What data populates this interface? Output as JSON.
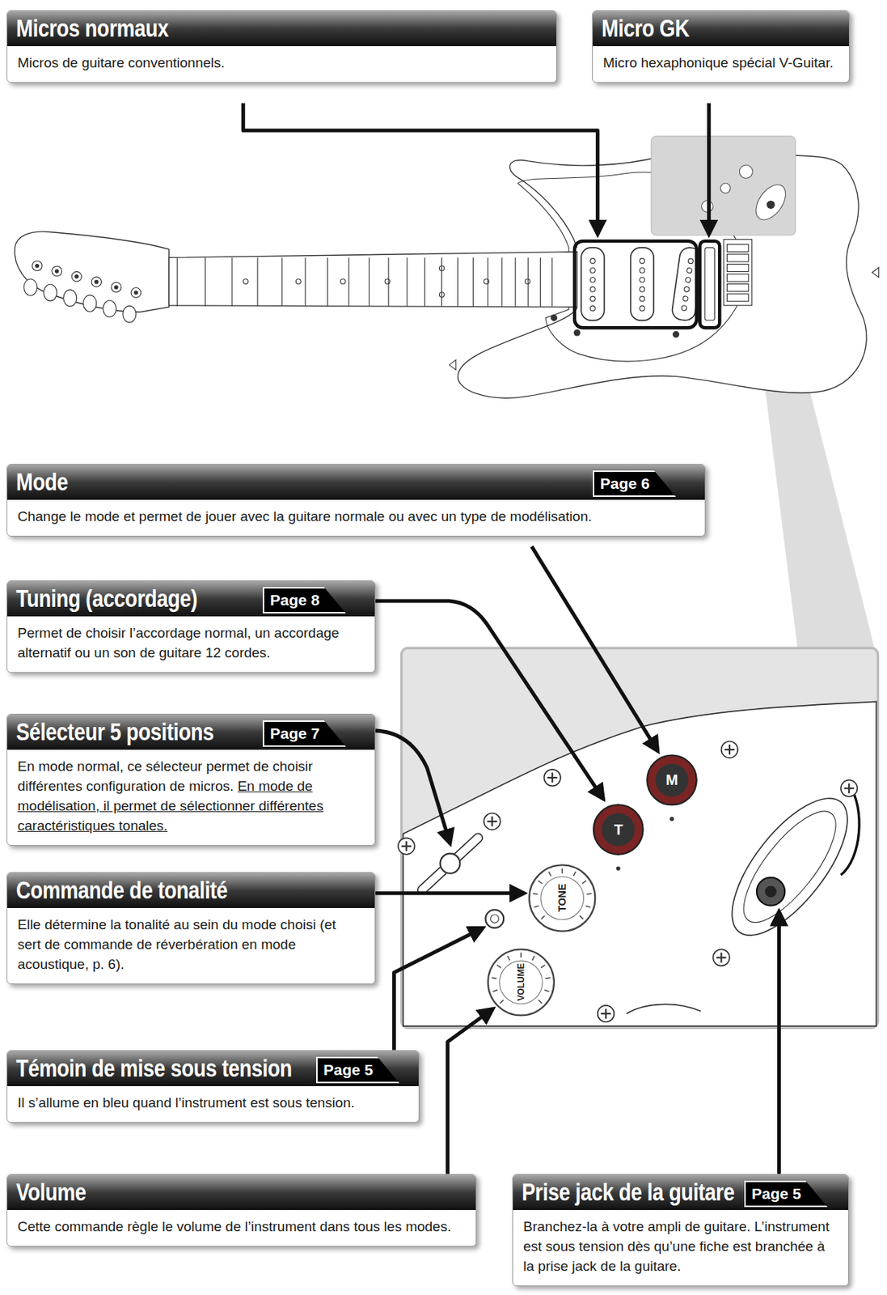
{
  "diagram": {
    "nodes": [
      {
        "text": [
          "Micros normaux",
          "Micros de guitare conventionnels."
        ]
      },
      {
        "text": [
          "Micro GK",
          "Micro hexaphonique spécial V-Guitar."
        ]
      },
      {
        "text": [
          "Mode",
          "Change le mode et permet de jouer avec la guitare normale ou avec un type de modélisation."
        ]
      },
      {
        "text": [
          "Page 6"
        ],
        "in": 2
      },
      {
        "text": [
          "Tuning (accordage)",
          "Permet de choisir l’accordage normal, un accordage alternatif ou un son de guitare 12 cordes."
        ]
      },
      {
        "text": [
          "Page 8"
        ],
        "in": 4
      },
      {
        "text": [
          "Sélecteur 5 positions",
          "En mode normal, ce sélecteur permet de choisir différentes configuration de micros.",
          "En mode de modélisation, il permet de sélectionner différentes caractéristiques tonales."
        ]
      },
      {
        "text": [
          "Page 7"
        ],
        "in": 6
      },
      {
        "text": [
          "Commande de tonalité",
          "Elle détermine la tonalité au sein du mode choisi (et sert de commande de réverbération en mode acoustique, p. 6)."
        ]
      },
      {
        "text": [
          "Témoin de mise sous tension",
          "Il s’allume en bleu quand l’instrument est sous tension."
        ]
      },
      {
        "text": [
          "Page 5"
        ],
        "in": 9
      },
      {
        "text": [
          "Volume",
          "Cette commande règle le volume de l’instrument dans tous les modes."
        ]
      },
      {
        "text": [
          "Prise jack de la guitare",
          "Branchez-la à votre ampli de guitare. L’instrument est sous tension dès qu’une fiche est branchée à la prise jack de la guitare."
        ]
      },
      {
        "text": [
          "Page 5"
        ],
        "in": 12
      }
    ],
    "labels": [
      "M",
      "T",
      "TONE",
      "VOLUME"
    ]
  }
}
